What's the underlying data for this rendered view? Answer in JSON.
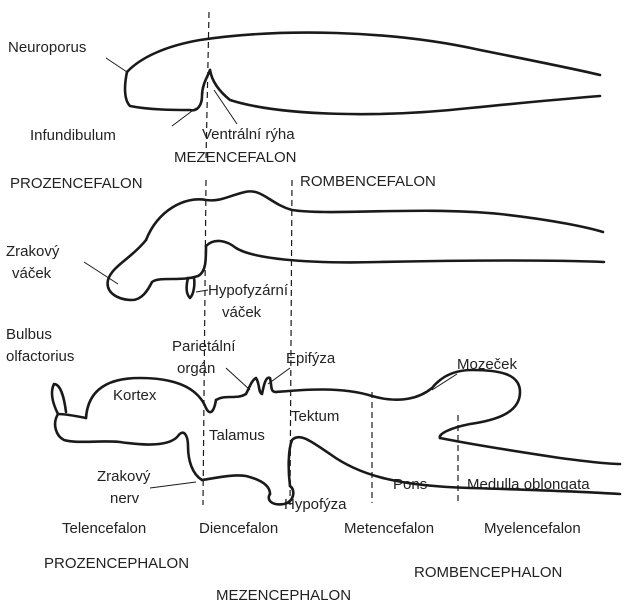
{
  "diagram": {
    "top": {
      "neuroporus": "Neuroporus",
      "infundibulum": "Infundibulum",
      "ventralni_ryha": "Ventrální rýha",
      "mezencefalon": "MEZENCEFALON"
    },
    "middle": {
      "prozencefalon": "PROZENCEFALON",
      "rombencefalon": "ROMBENCEFALON",
      "zrakovy_vacek_1": "Zrakový",
      "zrakovy_vacek_2": "váček",
      "hypofyzarni_vacek_1": "Hypofyzární",
      "hypofyzarni_vacek_2": "váček"
    },
    "bottom": {
      "bulbus_1": "Bulbus",
      "bulbus_2": "olfactorius",
      "parietalni_1": "Parietální",
      "parietalni_2": "orgán",
      "epifyza": "Epifýza",
      "mozecek": "Mozeček",
      "kortex": "Kortex",
      "tektum": "Tektum",
      "talamus": "Talamus",
      "zrakovy_nerv_1": "Zrakový",
      "zrakovy_nerv_2": "nerv",
      "pons": "Pons",
      "medulla": "Medulla oblongata",
      "hypofyza": "Hypofýza"
    },
    "divisions": {
      "telencefalon": "Telencefalon",
      "diencefalon": "Diencefalon",
      "metencefalon": "Metencefalon",
      "myelencefalon": "Myelencefalon",
      "prozencephalon": "PROZENCEPHALON",
      "rombencephalon": "ROMBENCEPHALON",
      "mezencephalon": "MEZENCEPHALON"
    }
  }
}
